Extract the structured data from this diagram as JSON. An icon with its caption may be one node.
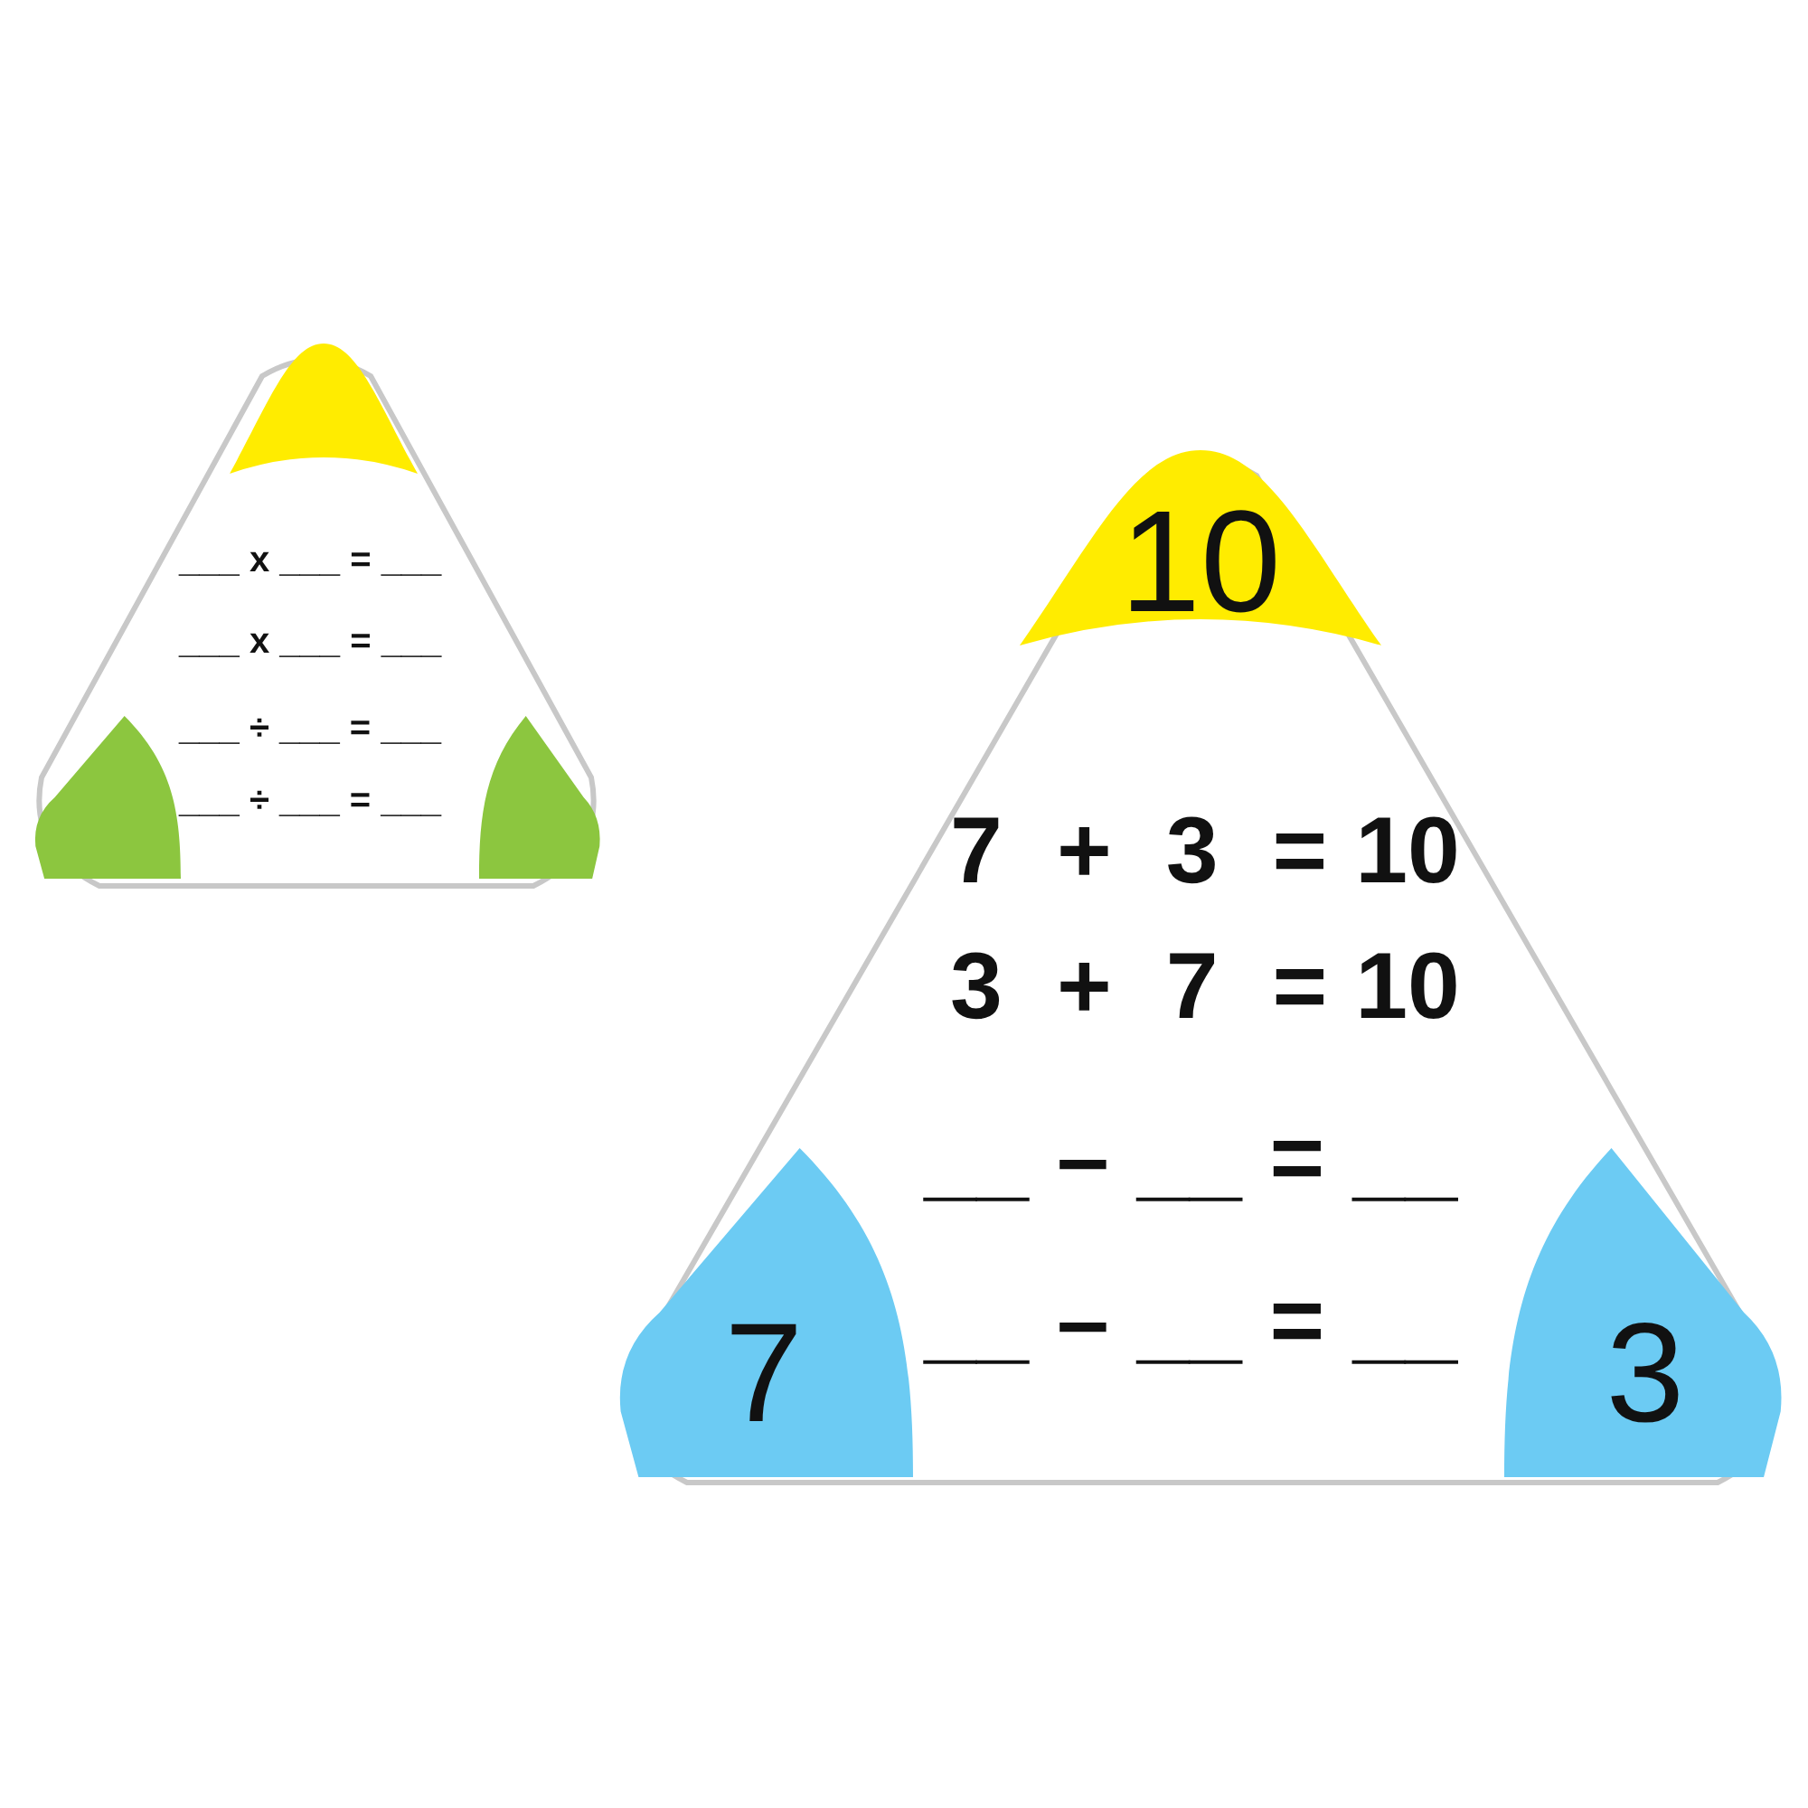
{
  "diagram": {
    "nodes": [
      {
        "text": [
          "___ x ___ = ___",
          "___ x ___ = ___",
          "___ ÷ ___ = ___",
          "___ ÷ ___ = ___"
        ]
      },
      {
        "text": [],
        "shape": "circle",
        "in": 0
      },
      {
        "text": [],
        "shape": "circle",
        "in": 0
      },
      {
        "text": [],
        "shape": "circle",
        "in": 0
      },
      {
        "text": [
          "7 + 3 = 10",
          "3 + 7 = 10",
          "__ – __ = __",
          "__ – __ = __"
        ]
      },
      {
        "text": [
          "10"
        ],
        "in": 4
      },
      {
        "text": [
          "7"
        ],
        "in": 4
      },
      {
        "text": [
          "3"
        ],
        "in": 4
      }
    ],
    "edges": []
  }
}
